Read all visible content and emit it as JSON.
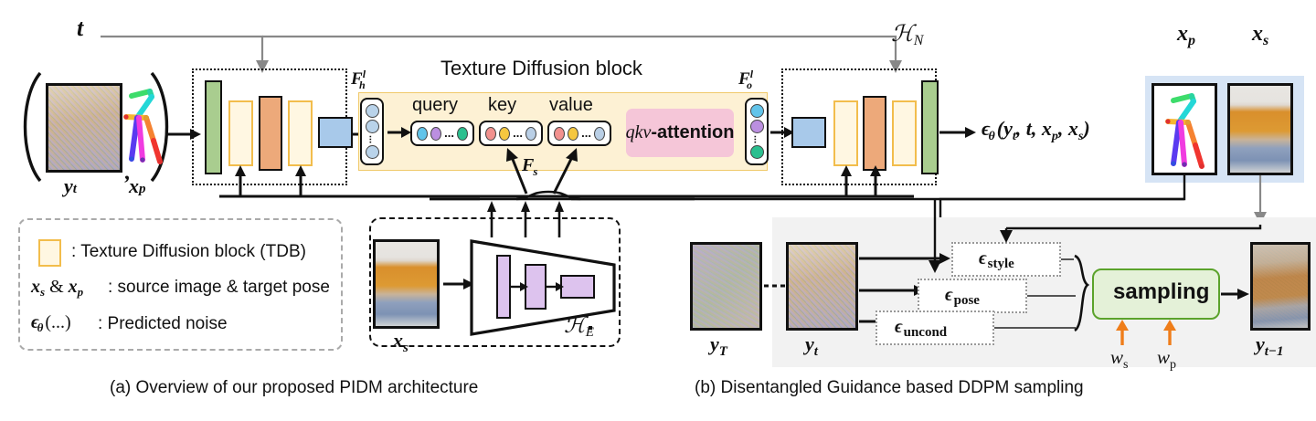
{
  "figure": {
    "captions": [
      "(a) Overview of our proposed PIDM architecture",
      "(b) Disentangled Guidance based DDPM sampling"
    ]
  },
  "panel_a": {
    "timestep_label": "t",
    "input_labels": {
      "noisy": "y_t",
      "pose": "x_p",
      "comma": ","
    },
    "unet_in_label": "",
    "hn_label": "H_N",
    "he_label": "H_E",
    "texture_block_title": "Texture Diffusion block",
    "feature_in_label": "F_h^l",
    "feature_out_label": "F_o^l",
    "fs_label": "F_s",
    "attention_labels": [
      "query",
      "key",
      "value"
    ],
    "attention_op": "qkv-attention",
    "attention_op_italic": "qkv",
    "attention_op_bold": "-attention",
    "output_expr": "ϵθ(y_t, t, x_p, x_s)",
    "source_label": "x_s",
    "right_inputs": {
      "pose": "x_p",
      "source": "x_s"
    },
    "dot_colors": {
      "query": [
        "#62c4ea",
        "#bb8fe0",
        "#2bbf8f"
      ],
      "key": [
        "#f2918e",
        "#f5c73f",
        "#b9cfe6"
      ],
      "value": [
        "#f2918e",
        "#f5c73f",
        "#b9cfe6"
      ],
      "fh": [
        "#b9d3ea",
        "#b9d3ea",
        "#b9d3ea"
      ],
      "fo": [
        "#62c4ea",
        "#bb8fe0",
        "#2bbf8f"
      ]
    },
    "block_colors": {
      "green": "#a9cd8f",
      "orange": "#eda97a",
      "blue": "#a8c9ea",
      "tdb": "#fff7e2",
      "tdb_border": "#f2bd4c",
      "purple": "#ddc3ee",
      "panel": "#fdf1d4",
      "attention": "#f5c6d8",
      "right_input_bg": "#d6e4f5"
    }
  },
  "legend": {
    "items": [
      {
        "swatch": "tdb",
        "text": ": Texture Diffusion block (TDB)"
      },
      {
        "lhs": "x_s & x_p",
        "text": ": source image & target pose"
      },
      {
        "lhs": "ϵθ(...)",
        "text": ": Predicted noise"
      }
    ]
  },
  "panel_b": {
    "noise_label": "y_T",
    "noisy_label": "y_t",
    "output_label": "y_{t-1}",
    "eps_boxes": [
      "ϵ style",
      "ϵ pose",
      "ϵ uncond"
    ],
    "eps_style_base": "ϵ",
    "eps_style_sub": "style",
    "eps_pose_sub": "pose",
    "eps_uncond_sub": "uncond",
    "sampling_label": "sampling",
    "weights": [
      "w_s",
      "w_p"
    ],
    "colors": {
      "panel_bg": "#f2f2f2",
      "sampling_bg": "#e4f1d8",
      "sampling_border": "#5ba32b",
      "weight_arrow": "#ef7d1a"
    }
  }
}
